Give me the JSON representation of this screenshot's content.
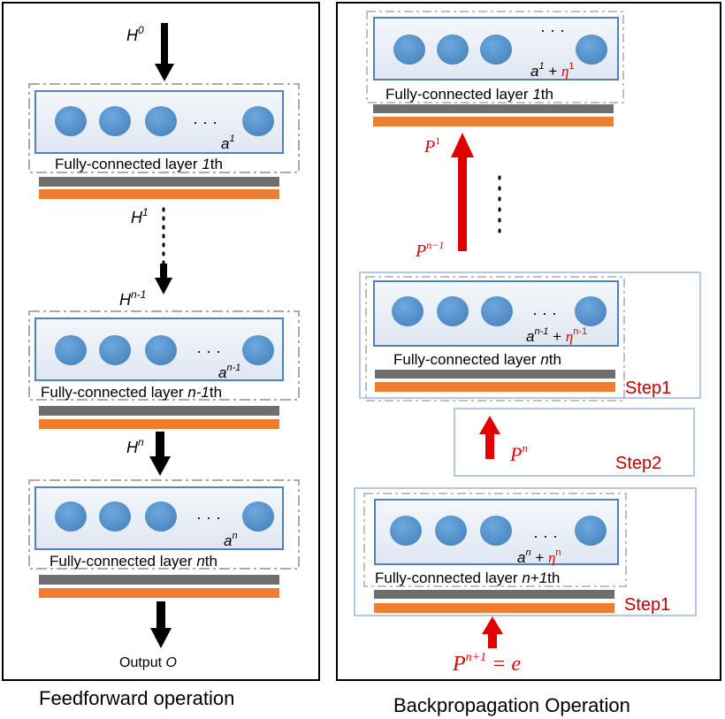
{
  "feedforward": {
    "caption": "Feedforward operation",
    "input_label": {
      "base": "H",
      "sup": "0"
    },
    "layers": [
      {
        "label": "Fully-connected layer ",
        "label_em": "1",
        "label_suffix": "th",
        "act_base": "a",
        "act_sup": "1"
      },
      {
        "label": "Fully-connected layer ",
        "label_em": "n-1",
        "label_suffix": "th",
        "act_base": "a",
        "act_sup": "n-1"
      },
      {
        "label": "Fully-connected layer ",
        "label_em": "n",
        "label_suffix": "th",
        "act_base": "a",
        "act_sup": "n"
      }
    ],
    "h1": {
      "base": "H",
      "sup": "1"
    },
    "hn1": {
      "base": "H",
      "sup": "n-1"
    },
    "hn": {
      "base": "H",
      "sup": "n"
    },
    "output_label": "Output ",
    "output_em": "O",
    "ellipsis": "· · ·"
  },
  "backprop": {
    "caption": "Backpropagation Operation",
    "layers": [
      {
        "label": "Fully-connected layer ",
        "label_em": "1",
        "label_suffix": "th",
        "act_base": "a",
        "act_sup": "1",
        "plus": " + ",
        "eta": "η",
        "eta_sup": "1"
      },
      {
        "label": "Fully-connected layer ",
        "label_em": "n",
        "label_suffix": "th",
        "act_base": "a",
        "act_sup": "n-1",
        "plus": " + ",
        "eta": "η",
        "eta_sup": "n-1"
      },
      {
        "label": "Fully-connected layer ",
        "label_em": "n+1",
        "label_suffix": "th",
        "act_base": "a",
        "act_sup": "n",
        "plus": " + ",
        "eta": "η",
        "eta_sup": "n"
      }
    ],
    "p1": {
      "base": "P",
      "sup": "1"
    },
    "pn1": {
      "base": "P",
      "sup": "n−1"
    },
    "pn": {
      "base": "P",
      "sup": "n"
    },
    "pn_plus1": {
      "base": "P",
      "sup": "n+1",
      "tail": " = e"
    },
    "step1_top": "Step1",
    "step2": "Step2",
    "step1_bottom": "Step1",
    "ellipsis": "· · ·"
  },
  "colors": {
    "node": "#5b9bd5",
    "node_dark": "#4a86c0",
    "layer_border": "#4f81bd",
    "dash_border": "#aaaaaa",
    "gray_bar": "#6e6e6e",
    "orange_bar": "#ed7d31",
    "red": "#e00000",
    "step_text": "#c00000",
    "step_box": "#b4c7e7"
  }
}
